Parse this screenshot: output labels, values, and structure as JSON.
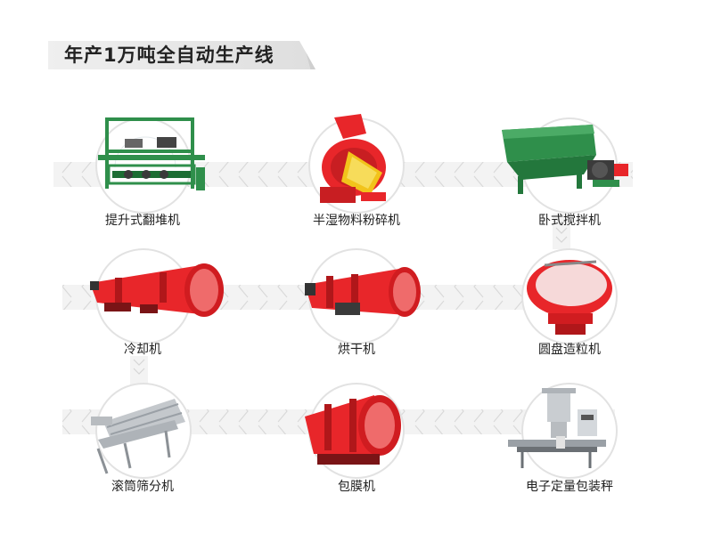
{
  "title": "年产1万吨全自动生产线",
  "machines": [
    {
      "label": "提升式翻堆机",
      "icon": "compost-turner-icon"
    },
    {
      "label": "半湿物料粉碎机",
      "icon": "crusher-icon"
    },
    {
      "label": "卧式搅拌机",
      "icon": "horizontal-mixer-icon"
    },
    {
      "label": "冷却机",
      "icon": "cooler-drum-icon"
    },
    {
      "label": "烘干机",
      "icon": "dryer-drum-icon"
    },
    {
      "label": "圆盘造粒机",
      "icon": "disc-granulator-icon"
    },
    {
      "label": "滚筒筛分机",
      "icon": "drum-screen-icon"
    },
    {
      "label": "包膜机",
      "icon": "coating-machine-icon"
    },
    {
      "label": "电子定量包装秤",
      "icon": "packing-scale-icon"
    }
  ],
  "colors": {
    "machine_red": "#e8262a",
    "frame_green": "#2f8f4b",
    "arrow_gray": "#e9e9e9",
    "steel_gray": "#b8bcc0"
  }
}
